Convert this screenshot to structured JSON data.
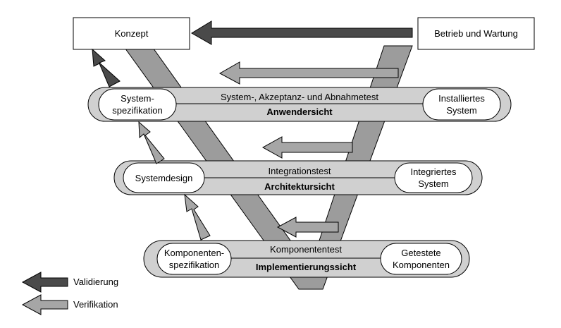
{
  "boxes": {
    "konzept": "Konzept",
    "betrieb": "Betrieb und Wartung"
  },
  "levels": [
    {
      "left_node": "System-\nspezifikation",
      "right_node": "Installiertes\nSystem",
      "test": "System-, Akzeptanz- und Abnahmetest",
      "view": "Anwendersicht"
    },
    {
      "left_node": "Systemdesign",
      "right_node": "Integriertes\nSystem",
      "test": "Integrationstest",
      "view": "Architektursicht"
    },
    {
      "left_node": "Komponenten-\nspezifikation",
      "right_node": "Getestete\nKomponenten",
      "test": "Komponententest",
      "view": "Implementierungssicht"
    }
  ],
  "legend": {
    "validation": "Validierung",
    "verification": "Verifikation"
  },
  "colors": {
    "v_band": "#9c9c9c",
    "pill_fill": "#d0d0d0",
    "node_fill": "#ffffff",
    "validation_arrow": "#4a4a4a",
    "verification_arrow": "#a6a6a6",
    "outline": "#000000"
  }
}
